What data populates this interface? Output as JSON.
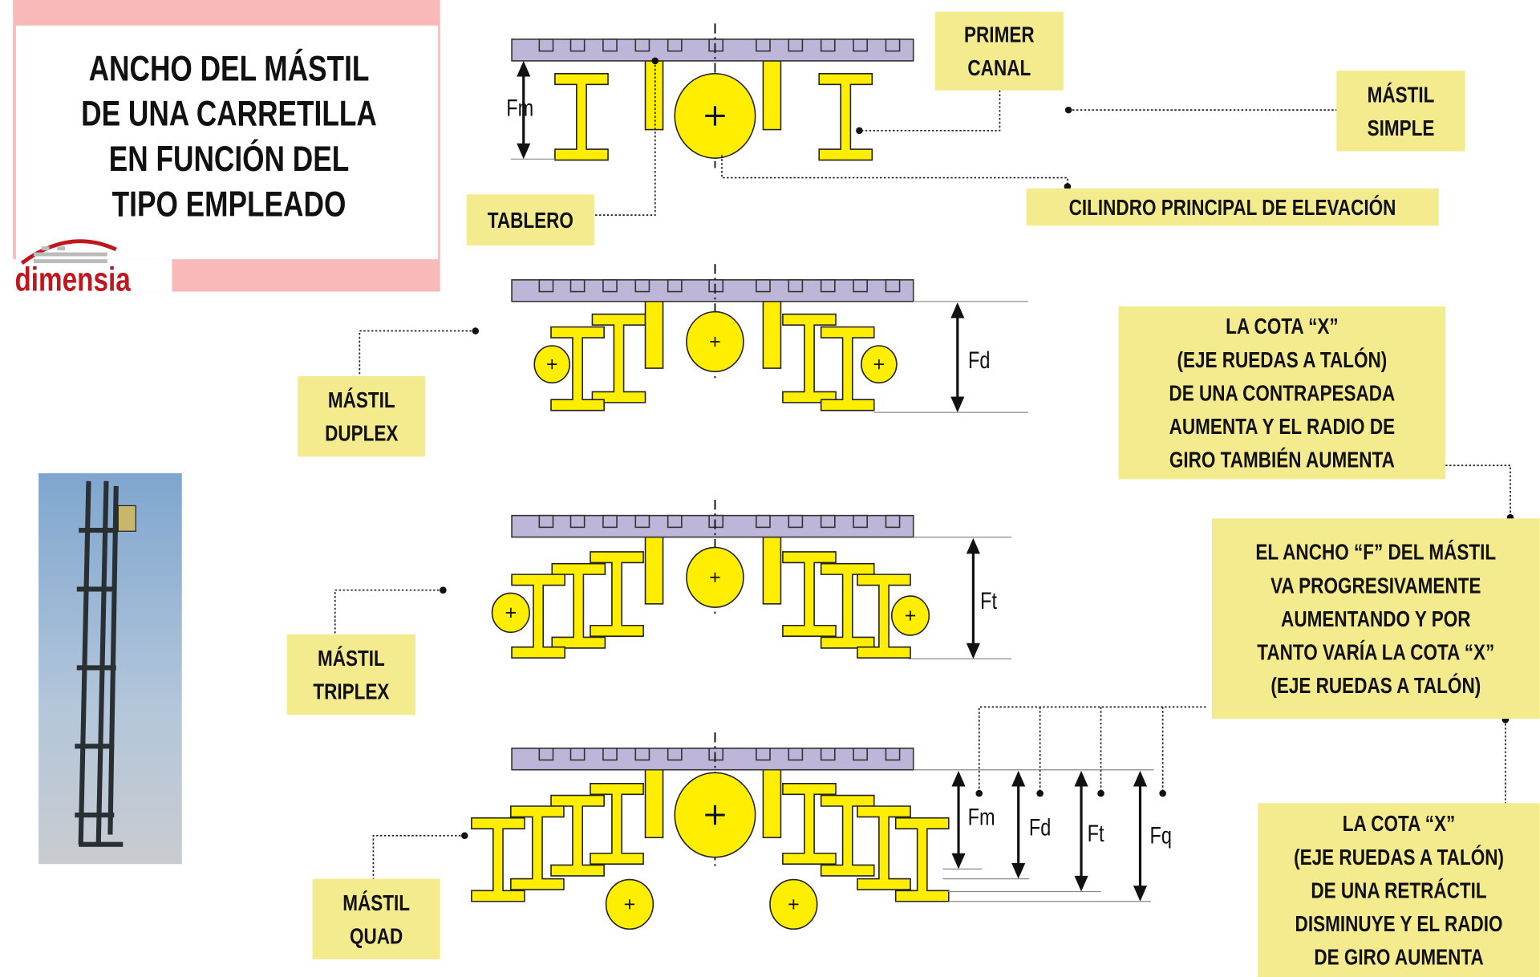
{
  "title": {
    "lines": [
      "ANCHO DEL MÁSTIL",
      "DE UNA CARRETILLA",
      "EN FUNCIÓN DEL",
      "TIPO EMPLEADO"
    ]
  },
  "logo": {
    "text": "dimensia"
  },
  "labels": {
    "primer_canal": [
      "PRIMER",
      "CANAL"
    ],
    "mastil_simple": [
      "MÁSTIL",
      "SIMPLE"
    ],
    "cilindro": [
      "CILINDRO PRINCIPAL DE ELEVACIÓN"
    ],
    "tablero": [
      "TABLERO"
    ],
    "mastil_duplex": [
      "MÁSTIL",
      "DUPLEX"
    ],
    "mastil_triplex": [
      "MÁSTIL",
      "TRIPLEX"
    ],
    "mastil_quad": [
      "MÁSTIL",
      "QUAD"
    ],
    "cota_contrapesada": [
      "LA COTA “X”",
      "(EJE RUEDAS A TALÓN)",
      "DE UNA CONTRAPESADA",
      "AUMENTA Y EL RADIO DE",
      "GIRO TAMBIÉN AUMENTA"
    ],
    "ancho_f": [
      "EL ANCHO “F” DEL MÁSTIL",
      "VA PROGRESIVAMENTE",
      "AUMENTANDO Y POR",
      "TANTO VARÍA LA COTA “X”",
      "(EJE RUEDAS A TALÓN)"
    ],
    "cota_retractil": [
      "LA COTA “X”",
      "(EJE RUEDAS A TALÓN)",
      "DE UNA RETRÁCTIL",
      "DISMINUYE Y EL RADIO",
      "DE GIRO AUMENTA"
    ]
  },
  "dimensions": {
    "simple": "Fm",
    "duplex": "Fd",
    "triplex": "Ft",
    "quad": [
      "Fm",
      "Fd",
      "Ft",
      "Fq"
    ]
  },
  "colors": {
    "label_bg": "#f4ea8e",
    "beam": "#ffee00",
    "board": "#bdb6d8",
    "title_frame": "#f8b9b9",
    "logo": "#c0161d"
  }
}
